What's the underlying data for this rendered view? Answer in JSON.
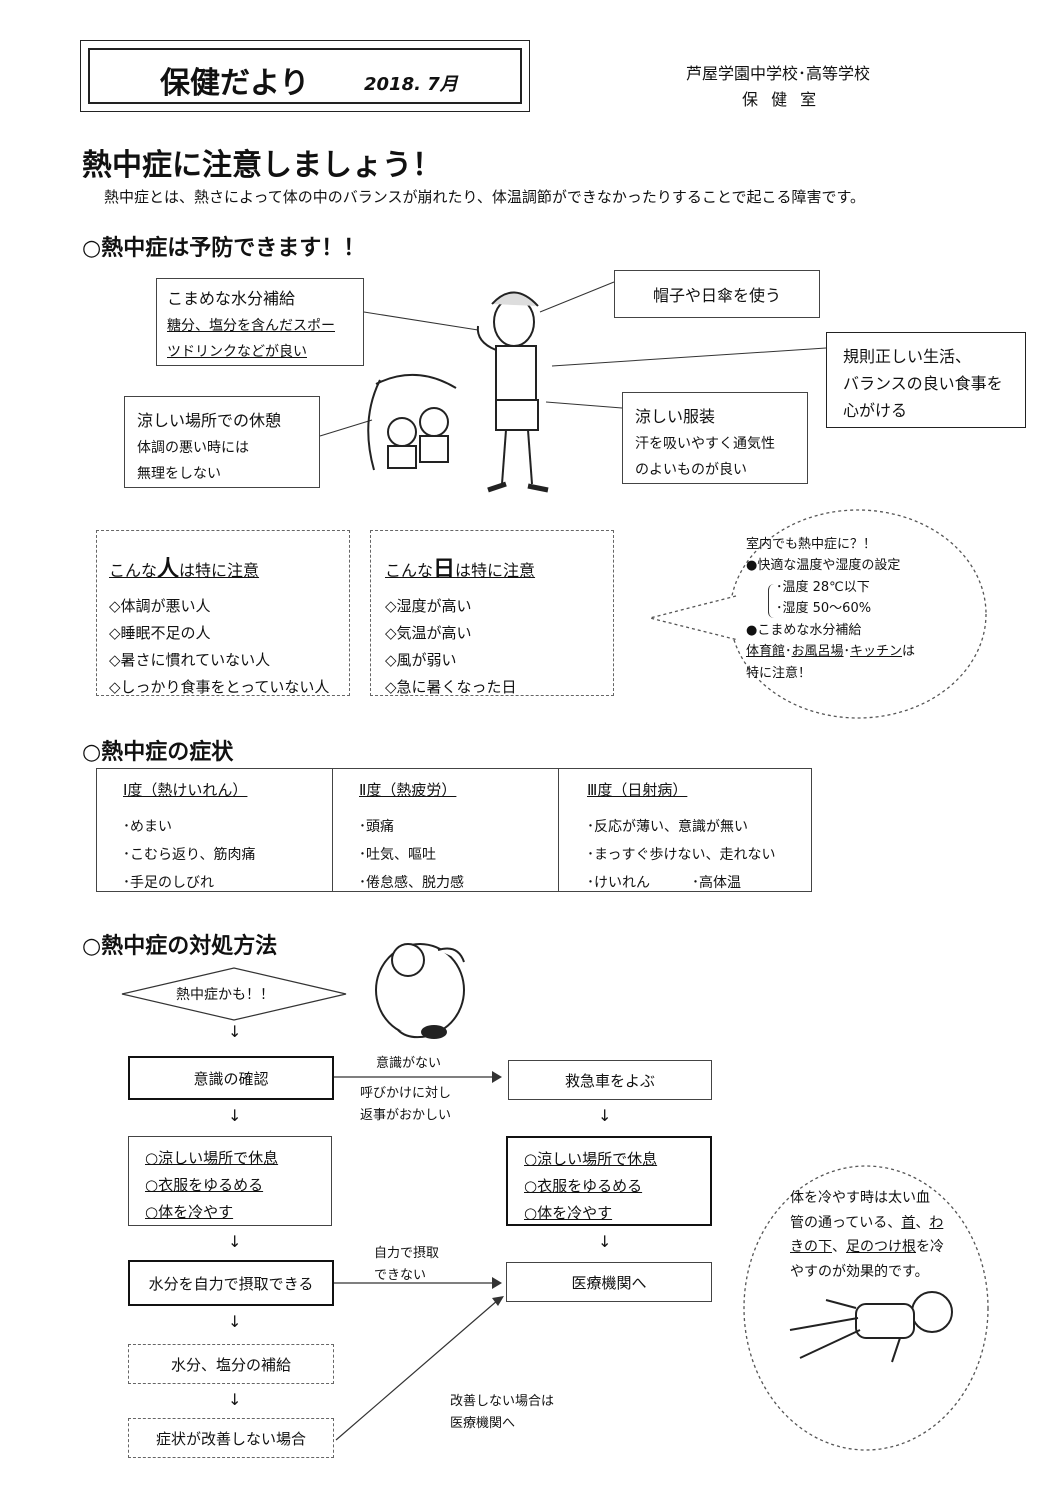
{
  "header": {
    "title": "保健だより",
    "date": "2018. 7月",
    "school": "芦屋学園中学校･高等学校",
    "office": "保 健 室"
  },
  "main_title": "熱中症に注意しましょう！",
  "intro": "熱中症とは、熱さによって体の中のバランスが崩れたり、体温調節ができなかったりすることで起こる障害です。",
  "prevention": {
    "heading": "○熱中症は予防できます！！",
    "water": {
      "title": "こまめな水分補給",
      "body1": "糖分、塩分を含んだスポー",
      "body2": "ツドリンクなどが良い"
    },
    "hat": {
      "title": "帽子や日傘を使う"
    },
    "lifestyle": {
      "line1": "規則正しい生活、",
      "line2": "バランスの良い食事を",
      "line3": "心がける"
    },
    "rest": {
      "title": "涼しい場所での休憩",
      "body1": "体調の悪い時には",
      "body2": "無理をしない"
    },
    "clothing": {
      "title": "涼しい服装",
      "body1": "汗を吸いやすく通気性",
      "body2": "のよいものが良い"
    }
  },
  "caution_people": {
    "title_a": "こんな",
    "title_big": "人",
    "title_b": "は特に注意",
    "items": [
      "◇体調が悪い人",
      "◇睡眠不足の人",
      "◇暑さに慣れていない人",
      "◇しっかり食事をとっていない人"
    ]
  },
  "caution_days": {
    "title_a": "こんな",
    "title_big": "日",
    "title_b": "は特に注意",
    "items": [
      "◇湿度が高い",
      "◇気温が高い",
      "◇風が弱い",
      "◇急に暑くなった日"
    ]
  },
  "indoor_bubble": {
    "line1": "室内でも熱中症に？！",
    "line2": "●快適な温度や湿度の設定",
    "temp": "･温度 28℃以下",
    "humidity": "･湿度 50～60%",
    "line3": "●こまめな水分補給",
    "places_a": "体育館",
    "sep1": "･",
    "places_b": "お風呂場",
    "sep2": "･",
    "places_c": "キッチン",
    "places_d": "は",
    "line5": "特に注意！"
  },
  "symptoms": {
    "heading": "○熱中症の症状",
    "columns": [
      {
        "title": "Ⅰ度（熱けいれん）",
        "items": [
          "･めまい",
          "･こむら返り、筋肉痛",
          "･手足のしびれ"
        ]
      },
      {
        "title": "Ⅱ度（熱疲労）",
        "items": [
          "･頭痛",
          "･吐気、嘔吐",
          "･倦怠感、脱力感"
        ]
      },
      {
        "title": "Ⅲ度（日射病）",
        "items": [
          "･反応が薄い、意識が無い",
          "･まっすぐ歩けない、走れない",
          "･けいれん　　　･高体温"
        ]
      }
    ]
  },
  "response": {
    "heading": "○熱中症の対処方法",
    "start": "熱中症かも！！",
    "check": "意識の確認",
    "no_conscious": "意識がない",
    "no_reply1": "呼びかけに対し",
    "no_reply2": "返事がおかしい",
    "ambulance": "救急車をよぶ",
    "left_steps": [
      "○涼しい場所で休息",
      "○衣服をゆるめる",
      "○体を冷やす"
    ],
    "right_steps": [
      "○涼しい場所で休息",
      "○衣服をゆるめる",
      "○体を冷やす"
    ],
    "drink": "水分を自力で摂取できる",
    "cannot1": "自力で摂取",
    "cannot2": "できない",
    "hospital": "医療機関へ",
    "replenish": "水分、塩分の補給",
    "not_improved": "症状が改善しない場合",
    "not_improved_note1": "改善しない場合は",
    "not_improved_note2": "医療機関へ",
    "arrow": "↓"
  },
  "cooling_tip": {
    "line1": "体を冷やす時は太い血",
    "line2a": "管の通っている、",
    "neck": "首",
    "line2b": "、",
    "armpit1": "わ",
    "armpit2": "きの下",
    "line3a": "、",
    "groin": "足のつけ根",
    "line3b": "を冷",
    "line4": "やすのが効果的です。"
  }
}
